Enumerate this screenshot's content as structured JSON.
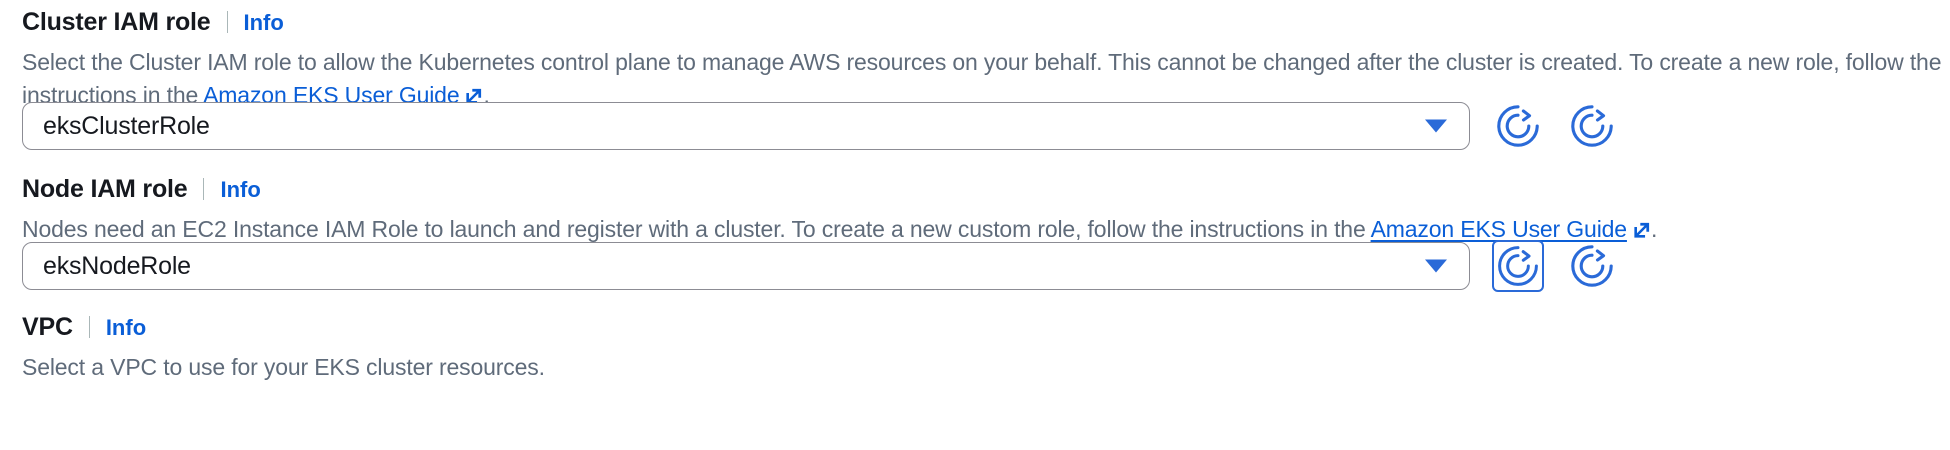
{
  "form": {
    "sections": [
      {
        "id": "cluster-iam-role",
        "label": "Cluster IAM role",
        "info_label": "Info",
        "description_before_link": "Select the Cluster IAM role to allow the Kubernetes control plane to manage AWS resources on your behalf. This cannot be changed after the cluster is created. To create a new role, follow the instructions in the ",
        "description_link": "Amazon EKS User Guide",
        "description_after_link": ".",
        "select_value": "eksClusterRole",
        "chevron_icon": "chevron-down-icon",
        "refresh_icon": "refresh-icon"
      },
      {
        "id": "node-iam-role",
        "label": "Node IAM role",
        "info_label": "Info",
        "description_before_link": "Nodes need an EC2 Instance IAM Role to launch and register with a cluster. To create a new custom role, follow the instructions in the ",
        "description_link": "Amazon EKS User Guide",
        "description_after_link": ".",
        "select_value": "eksNodeRole",
        "chevron_icon": "chevron-down-icon",
        "refresh_icon": "refresh-icon"
      },
      {
        "id": "vpc",
        "label": "VPC",
        "info_label": "Info",
        "description_before_link": "Select a VPC to use for your EKS cluster resources.",
        "description_link": "",
        "description_after_link": ""
      }
    ]
  },
  "colors": {
    "link": "#0a5ed7",
    "accent": "#2a6ad8",
    "text": "#16191f",
    "muted": "#5f6b7a",
    "border": "#8c8c94"
  }
}
